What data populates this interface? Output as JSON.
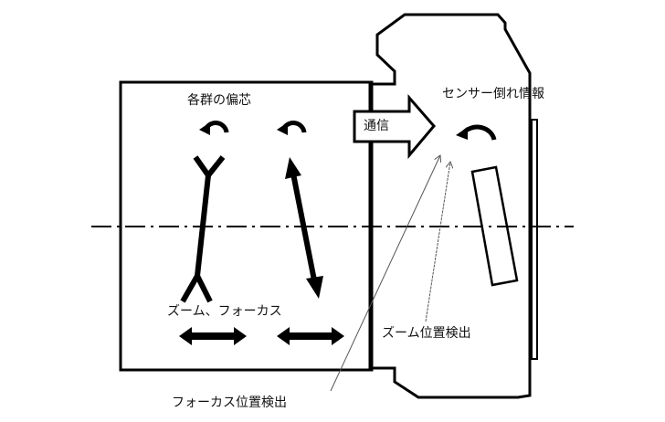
{
  "labels": {
    "decenter": "各群の偏芯",
    "zoom_focus": "ズーム、フォーカス",
    "communication": "通信",
    "sensor_tilt": "センサー倒れ情報",
    "zoom_position": "ズーム位置検出",
    "focus_position": "フォーカス位置検出"
  },
  "colors": {
    "line": "#000000",
    "background": "#ffffff"
  }
}
